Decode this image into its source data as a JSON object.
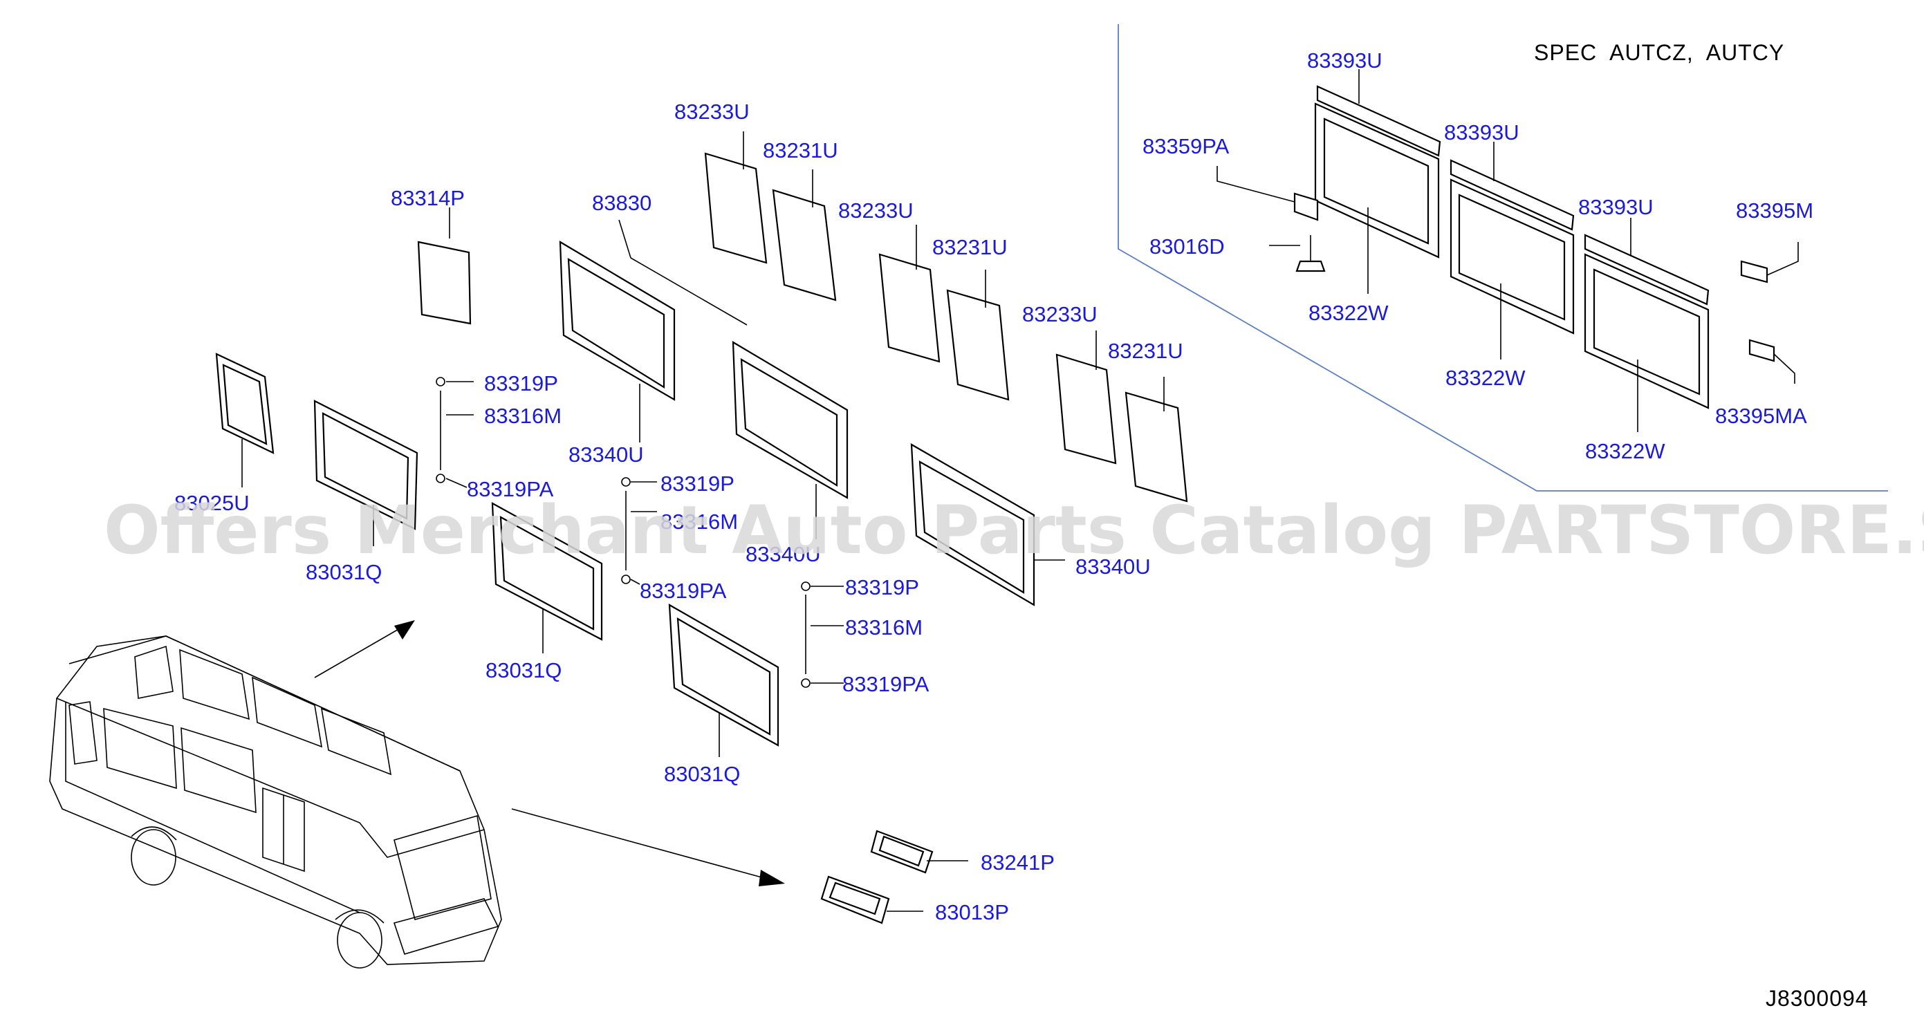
{
  "spec_note": "SPEC  AUTCZ,  AUTCY",
  "watermark": "Offers Merchant Auto Parts Catalog PARTSTORE.SA",
  "drawing_id": "J8300094",
  "colors": {
    "label": "#1a1adc",
    "leader": "#000000",
    "spec_box": "#5a7fc0",
    "watermark": "#d9d9d9"
  },
  "parts": [
    {
      "number": "83314P"
    },
    {
      "number": "83830"
    },
    {
      "number": "83233U"
    },
    {
      "number": "83231U"
    },
    {
      "number": "83233U"
    },
    {
      "number": "83231U"
    },
    {
      "number": "83233U"
    },
    {
      "number": "83231U"
    },
    {
      "number": "83340U"
    },
    {
      "number": "83340U"
    },
    {
      "number": "83340U"
    },
    {
      "number": "83319P"
    },
    {
      "number": "83316M"
    },
    {
      "number": "83319PA"
    },
    {
      "number": "83319P"
    },
    {
      "number": "83316M"
    },
    {
      "number": "83319PA"
    },
    {
      "number": "83319P"
    },
    {
      "number": "83316M"
    },
    {
      "number": "83319PA"
    },
    {
      "number": "83025U"
    },
    {
      "number": "83031Q"
    },
    {
      "number": "83031Q"
    },
    {
      "number": "83031Q"
    },
    {
      "number": "83241P"
    },
    {
      "number": "83013P"
    },
    {
      "number": "83393U"
    },
    {
      "number": "83393U"
    },
    {
      "number": "83393U"
    },
    {
      "number": "83359PA"
    },
    {
      "number": "83016D"
    },
    {
      "number": "83322W"
    },
    {
      "number": "83322W"
    },
    {
      "number": "83322W"
    },
    {
      "number": "83395M"
    },
    {
      "number": "83395MA"
    }
  ]
}
